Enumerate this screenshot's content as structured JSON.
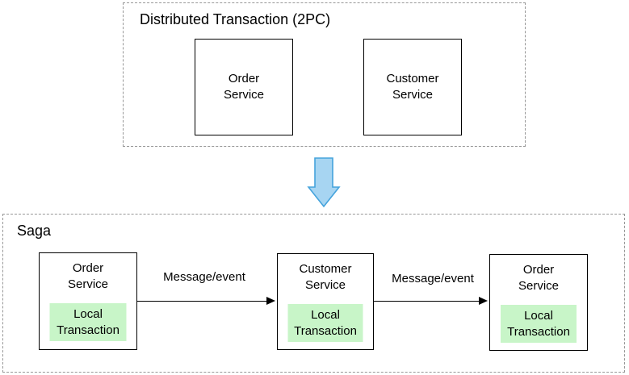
{
  "top_group": {
    "title": "Distributed Transaction (2PC)",
    "boxes": [
      {
        "name": "Order Service",
        "line1": "Order",
        "line2": "Service"
      },
      {
        "name": "Customer Service",
        "line1": "Customer",
        "line2": "Service"
      }
    ]
  },
  "transition": {
    "icon": "down-arrow-icon"
  },
  "saga_group": {
    "title": "Saga",
    "steps": [
      {
        "name": "Order Service",
        "line1": "Order",
        "line2": "Service",
        "local_line1": "Local",
        "local_line2": "Transaction"
      },
      {
        "name": "Customer Service",
        "line1": "Customer",
        "line2": "Service",
        "local_line1": "Local",
        "local_line2": "Transaction"
      },
      {
        "name": "Order Service",
        "line1": "Order",
        "line2": "Service",
        "local_line1": "Local",
        "local_line2": "Transaction"
      }
    ],
    "connectors": [
      {
        "label": "Message/event"
      },
      {
        "label": "Message/event"
      }
    ]
  },
  "colors": {
    "dashed_border": "#979797",
    "box_border": "#000000",
    "local_transaction_fill": "#c8f5c8",
    "arrow_fill": "#a7d5f2",
    "arrow_stroke": "#45a3dc",
    "text_color": "#000000",
    "background": "#ffffff"
  }
}
